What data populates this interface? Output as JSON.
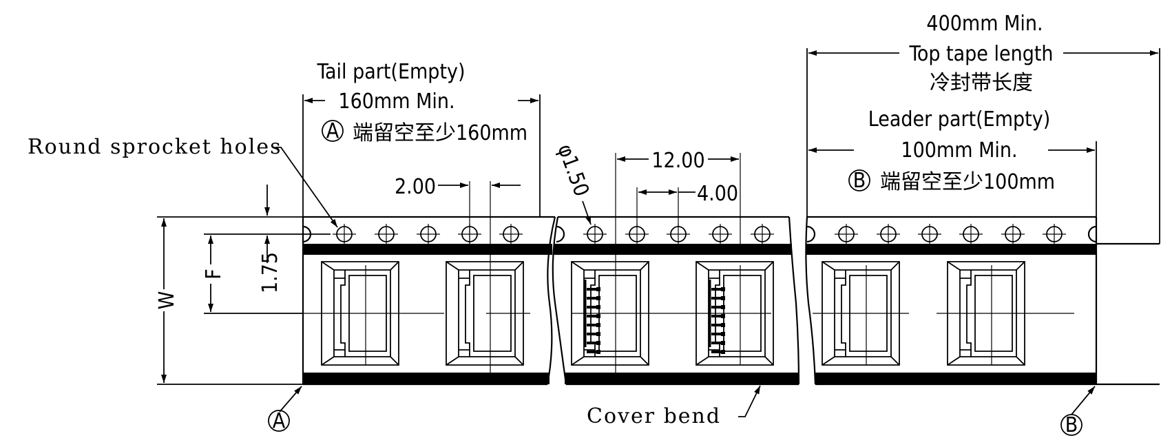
{
  "labels": {
    "round_sprocket_holes": "Round sprocket holes",
    "tail_title": "Tail part(Empty)",
    "tail_min": "160mm Min.",
    "tail_marker": "A",
    "tail_cn": "端留空至少160mm",
    "leader_top_min": "400mm Min.",
    "top_tape_length": "Top tape length",
    "top_tape_cn": "冷封带长度",
    "leader_title": "Leader part(Empty)",
    "leader_min": "100mm Min.",
    "leader_marker": "B",
    "leader_cn": "端留空至少100mm",
    "cover_bend": "Cover bend",
    "callout_a": "A",
    "callout_b": "B"
  },
  "dimensions": {
    "hole_pitch": "2.00",
    "hole_diameter": "φ1.50",
    "pocket_pitch": "12.00",
    "sprocket_pitch": "4.00",
    "hole_edge": "1.75",
    "f_label": "F",
    "w_label": "W"
  }
}
